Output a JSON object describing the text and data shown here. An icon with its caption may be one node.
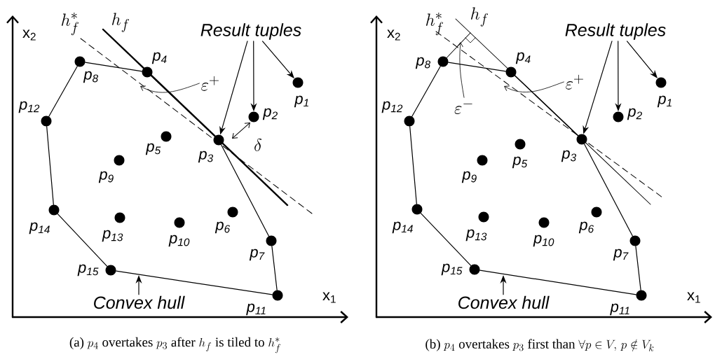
{
  "diagram": {
    "nodes": [
      {
        "text": [
          "Result tuples"
        ]
      },
      {
        "text": [],
        "shape": "circle",
        "beside": [
          "p$_{1}$"
        ]
      },
      {
        "text": [],
        "shape": "circle",
        "beside": [
          "p$_{2}$"
        ]
      },
      {
        "text": [],
        "shape": "circle",
        "beside": [
          "p$_{3}$"
        ]
      },
      {
        "text": [],
        "shape": "circle",
        "beside": [
          "p$_{4}$"
        ]
      },
      {
        "text": [],
        "shape": "circle",
        "beside": [
          "p$_{5}$"
        ]
      },
      {
        "text": [],
        "shape": "circle",
        "beside": [
          "p$_{6}$"
        ]
      },
      {
        "text": [],
        "shape": "circle",
        "beside": [
          "p$_{7}$"
        ]
      },
      {
        "text": [],
        "shape": "circle",
        "beside": [
          "p$_{8}$"
        ]
      },
      {
        "text": [],
        "shape": "circle",
        "beside": [
          "p$_{9}$"
        ]
      },
      {
        "text": [],
        "shape": "circle",
        "beside": [
          "p$_{10}$"
        ]
      },
      {
        "text": [],
        "shape": "circle",
        "beside": [
          "p$_{11}$"
        ]
      },
      {
        "text": [],
        "shape": "circle",
        "beside": [
          "p$_{12}$"
        ]
      },
      {
        "text": [],
        "shape": "circle",
        "beside": [
          "p$_{13}$"
        ]
      },
      {
        "text": [],
        "shape": "circle",
        "beside": [
          "p$_{14}$"
        ]
      },
      {
        "text": [],
        "shape": "circle",
        "beside": [
          "p$_{15}$"
        ]
      },
      {
        "text": [
          "\\varepsilon^{+}"
        ]
      },
      {
        "text": [
          "Convex hull"
        ]
      },
      {
        "text": [
          "Result tuples"
        ]
      },
      {
        "text": [],
        "shape": "circle",
        "beside": [
          "p$_{1}$"
        ]
      },
      {
        "text": [],
        "shape": "circle",
        "beside": [
          "p$_{2}$"
        ]
      },
      {
        "text": [],
        "shape": "circle",
        "beside": [
          "p$_{3}$"
        ]
      },
      {
        "text": [],
        "shape": "circle",
        "beside": [
          "p$_{4}$"
        ]
      },
      {
        "text": [],
        "shape": "circle",
        "beside": [
          "p$_{5}$"
        ]
      },
      {
        "text": [],
        "shape": "circle",
        "beside": [
          "p$_{6}$"
        ]
      },
      {
        "text": [],
        "shape": "circle",
        "beside": [
          "p$_{7}$"
        ]
      },
      {
        "text": [],
        "shape": "circle",
        "beside": [
          "p$_{8}$"
        ]
      },
      {
        "text": [],
        "shape": "circle",
        "beside": [
          "p$_{9}$"
        ]
      },
      {
        "text": [],
        "shape": "circle",
        "beside": [
          "p$_{10}$"
        ]
      },
      {
        "text": [],
        "shape": "circle",
        "beside": [
          "p$_{11}$"
        ]
      },
      {
        "text": [],
        "shape": "circle",
        "beside": [
          "p$_{12}$"
        ]
      },
      {
        "text": [],
        "shape": "circle",
        "beside": [
          "p$_{13}$"
        ]
      },
      {
        "text": [],
        "shape": "circle",
        "beside": [
          "p$_{14}$"
        ]
      },
      {
        "text": [],
        "shape": "circle",
        "beside": [
          "p$_{15}$"
        ]
      },
      {
        "text": [
          "\\varepsilon^{+}"
        ]
      },
      {
        "text": [
          "\\varepsilon^{-}"
        ]
      },
      {
        "text": [
          "Convex hull"
        ]
      }
    ],
    "edges": [
      {
        "from": 8,
        "to": 4,
        "arrow": "none"
      },
      {
        "from": 4,
        "to": 3,
        "arrow": "none"
      },
      {
        "from": 3,
        "to": 7,
        "arrow": "none"
      },
      {
        "from": 7,
        "to": 11,
        "arrow": "none"
      },
      {
        "from": 11,
        "to": 15,
        "arrow": "none"
      },
      {
        "from": 15,
        "to": 14,
        "arrow": "none"
      },
      {
        "from": 14,
        "to": 12,
        "arrow": "none"
      },
      {
        "from": 12,
        "to": 8,
        "arrow": "none"
      },
      {
        "from": 0,
        "to": 3,
        "arrow": "to"
      },
      {
        "from": 0,
        "to": 2,
        "arrow": "to"
      },
      {
        "from": 0,
        "to": 1,
        "arrow": "to"
      },
      {
        "from": 16,
        "to": null,
        "arrow": "to"
      },
      {
        "from": 17,
        "to": null,
        "arrow": "to"
      },
      {
        "from": 26,
        "to": 22,
        "arrow": "none"
      },
      {
        "from": 22,
        "to": 21,
        "arrow": "none"
      },
      {
        "from": 21,
        "to": 25,
        "arrow": "none"
      },
      {
        "from": 25,
        "to": 29,
        "arrow": "none"
      },
      {
        "from": 29,
        "to": 33,
        "arrow": "none"
      },
      {
        "from": 33,
        "to": 32,
        "arrow": "none"
      },
      {
        "from": 32,
        "to": 30,
        "arrow": "none"
      },
      {
        "from": 30,
        "to": 26,
        "arrow": "none"
      },
      {
        "from": 18,
        "to": 21,
        "arrow": "to"
      },
      {
        "from": 18,
        "to": 20,
        "arrow": "to"
      },
      {
        "from": 18,
        "to": 19,
        "arrow": "to"
      },
      {
        "from": 34,
        "to": null,
        "arrow": "to"
      },
      {
        "from": 35,
        "to": null,
        "arrow": "to"
      },
      {
        "from": 36,
        "to": null,
        "arrow": "to"
      }
    ],
    "labels": [
      "x$_{2}$",
      "h_f^*",
      "h_f",
      "\\delta",
      "x$_{1}$",
      "\\text{(a) } p_4 \\text{ overtakes } p_3 \\text{ after } h_f \\text{ is tiled to } h_f^*",
      "x$_{2}$",
      "h_f^*",
      "h_f",
      "x$_{1}$",
      "\\text{(b) } p_4 \\text{ overtakes } p_3 \\text{ first than } \\forall p \\in V,\\, p \\notin V_k"
    ]
  }
}
